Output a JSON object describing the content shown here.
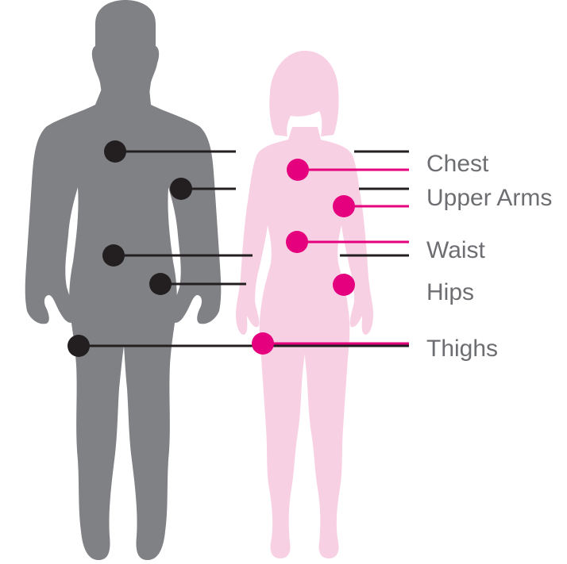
{
  "labels": {
    "chest": "Chest",
    "upper_arms": "Upper Arms",
    "waist": "Waist",
    "hips": "Hips",
    "thighs": "Thighs"
  },
  "colors": {
    "male_figure": "#808184",
    "female_figure": "#f8d0e3",
    "male_marker": "#231f20",
    "female_marker": "#e5007e",
    "label_text": "#6d6e71"
  }
}
